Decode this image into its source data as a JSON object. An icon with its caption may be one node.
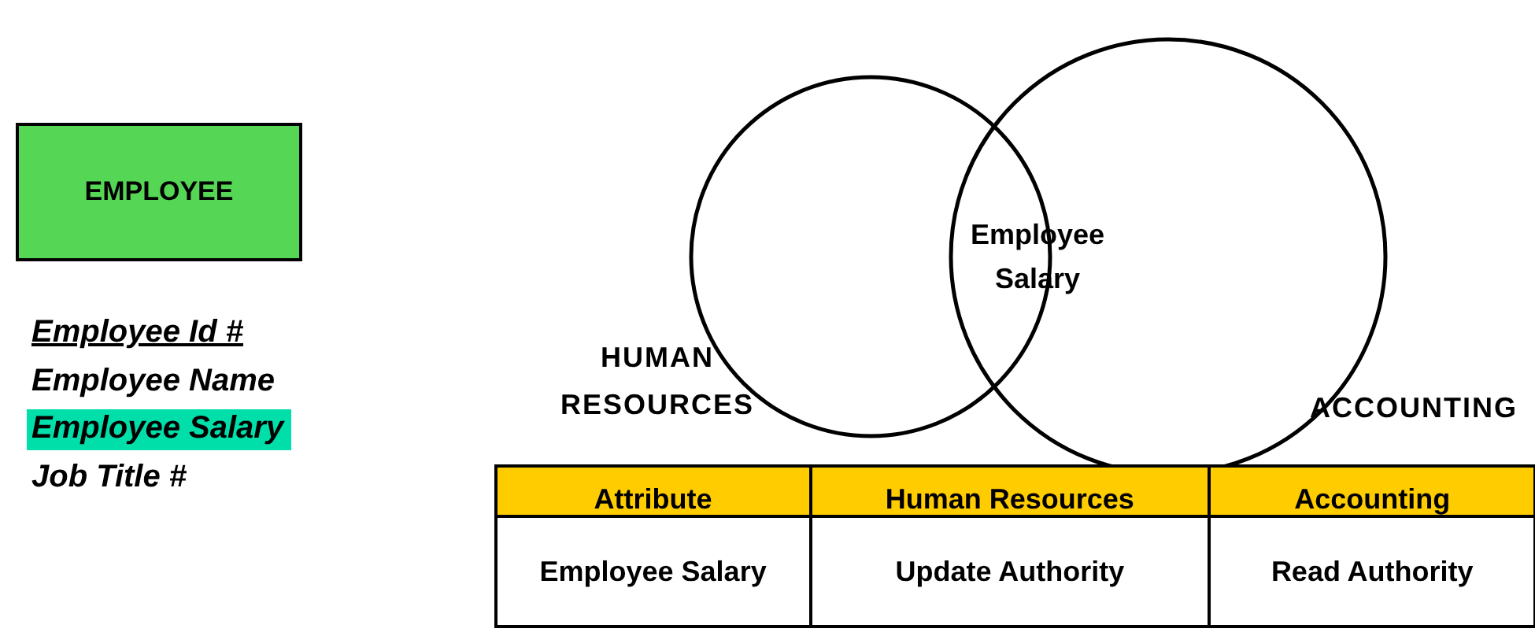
{
  "diagram": {
    "nodes": [
      {
        "text": [
          "EMPLOYEE"
        ]
      },
      {
        "text": [
          "HUMAN RESOURCES"
        ]
      },
      {
        "text": [
          "ACCOUNTING"
        ]
      }
    ],
    "labels": [
      "Employee Id #",
      "Employee Name",
      "Employee Salary",
      "Job Title #",
      "Employee Salary",
      "Attribute",
      "Human Resources",
      "Accounting",
      "Employee Salary",
      "Update Authority",
      "Read Authority"
    ]
  }
}
